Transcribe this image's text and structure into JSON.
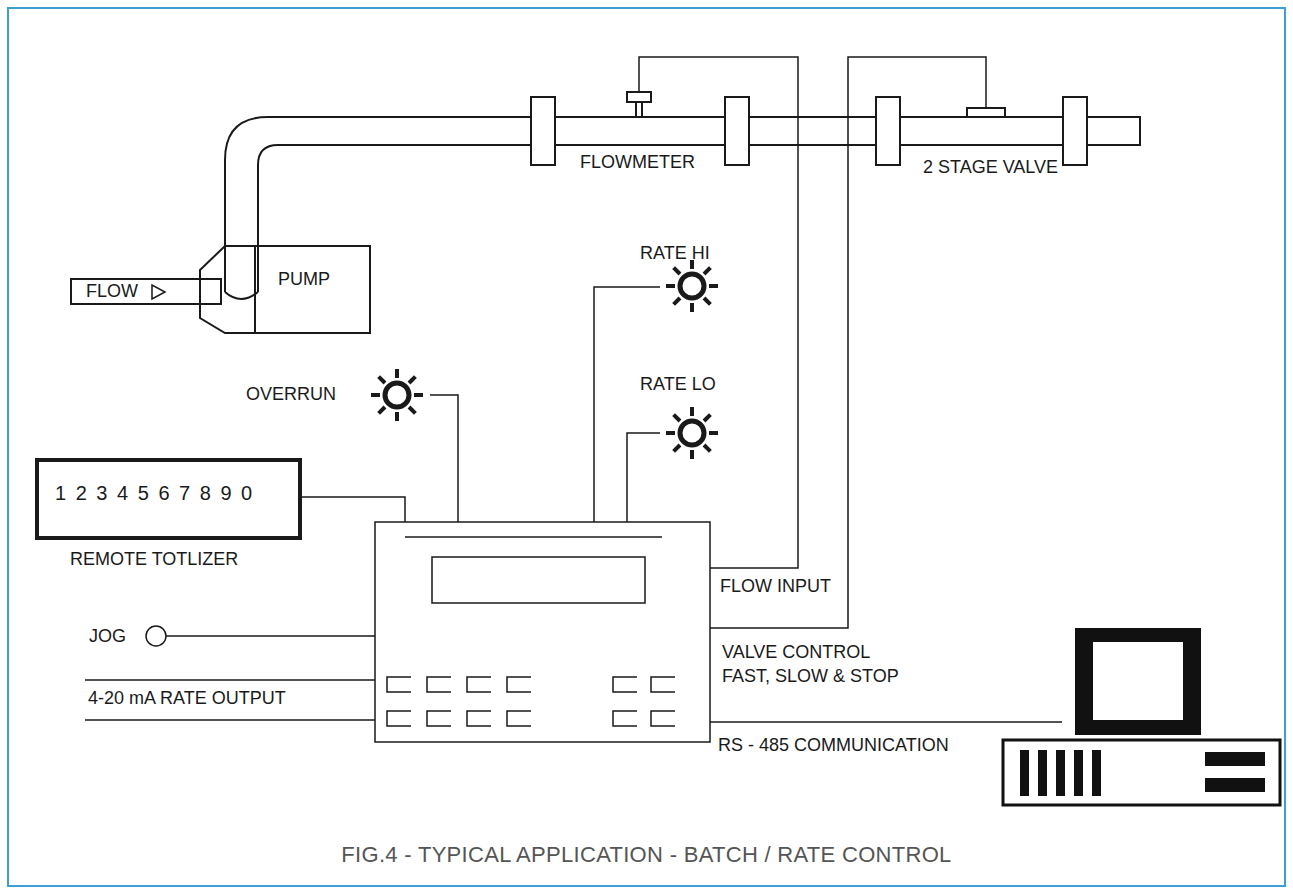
{
  "diagram": {
    "caption": "FIG.4 - TYPICAL APPLICATION - BATCH / RATE CONTROL",
    "nodes": [
      {
        "text": [
          "FLOW"
        ]
      },
      {
        "text": [
          "PUMP"
        ]
      },
      {
        "text": [
          "1 2 3 4 5 6 7 8 9 0",
          "REMOTE TOTLIZER"
        ]
      }
    ],
    "labels": [
      "FLOWMETER",
      "2 STAGE VALVE",
      "RATE HI",
      "OVERRUN",
      "RATE LO",
      "FLOW INPUT",
      "VALVE CONTROL FAST, SLOW & STOP",
      "JOG",
      "4-20 mA RATE OUTPUT",
      "RS - 485 COMMUNICATION"
    ]
  }
}
